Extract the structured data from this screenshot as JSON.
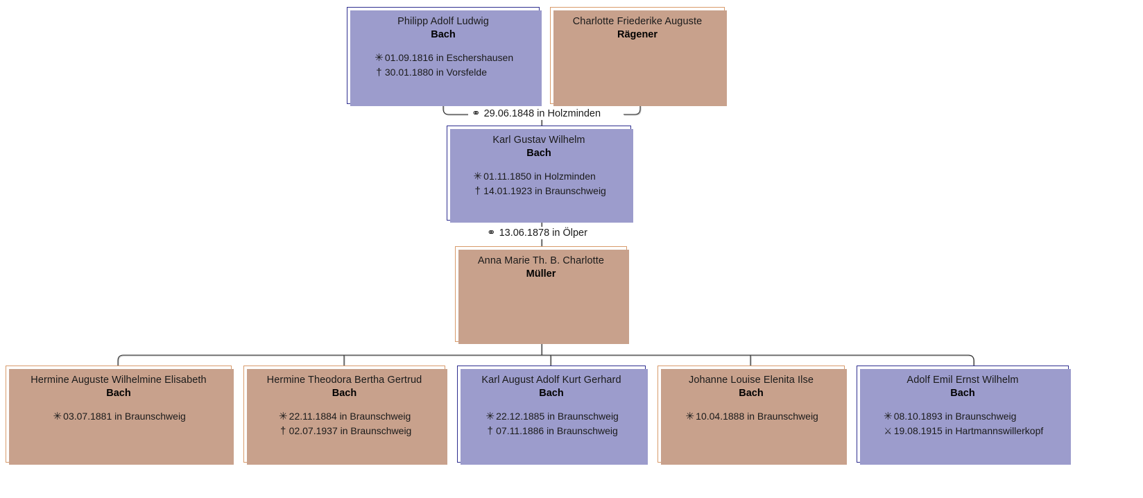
{
  "chart": {
    "type": "genealogy-tree",
    "symbols": {
      "birth": "✳",
      "death": "†",
      "marriage": "⚭",
      "fallen": "⚔"
    },
    "colors": {
      "male_border": "#2d2d8f",
      "female_border": "#d89a6a",
      "male_shadow": "#9c9ccc",
      "female_shadow": "#c8a18c",
      "text": "#1a1a1a",
      "link": "#2b2b2b"
    }
  },
  "generation1": {
    "father": {
      "given": "Philipp Adolf Ludwig",
      "surname": "Bach",
      "sex": "male",
      "events": [
        {
          "symbol": "✳",
          "kind": "birth",
          "text": "01.09.1816 in Eschershausen"
        },
        {
          "symbol": "†",
          "kind": "death",
          "text": "30.01.1880 in Vorsfelde"
        }
      ]
    },
    "mother": {
      "given": "Charlotte Friederike Auguste",
      "surname": "Rägener",
      "sex": "female",
      "events": []
    },
    "marriage": {
      "symbol": "⚭",
      "text": "29.06.1848 in Holzminden"
    }
  },
  "generation2": {
    "husband": {
      "given": "Karl Gustav Wilhelm",
      "surname": "Bach",
      "sex": "male",
      "events": [
        {
          "symbol": "✳",
          "kind": "birth",
          "text": "01.11.1850 in Holzminden"
        },
        {
          "symbol": "†",
          "kind": "death",
          "text": "14.01.1923 in Braunschweig"
        }
      ]
    },
    "wife": {
      "given": "Anna Marie Th. B. Charlotte",
      "surname": "Müller",
      "sex": "female",
      "events": []
    },
    "marriage": {
      "symbol": "⚭",
      "text": "13.06.1878 in Ölper"
    }
  },
  "children": [
    {
      "given": "Hermine Auguste Wilhelmine Elisabeth",
      "surname": "Bach",
      "sex": "female",
      "events": [
        {
          "symbol": "✳",
          "kind": "birth",
          "text": "03.07.1881 in Braunschweig"
        }
      ]
    },
    {
      "given": "Hermine Theodora Bertha Gertrud",
      "surname": "Bach",
      "sex": "female",
      "events": [
        {
          "symbol": "✳",
          "kind": "birth",
          "text": "22.11.1884 in Braunschweig"
        },
        {
          "symbol": "†",
          "kind": "death",
          "text": "02.07.1937 in Braunschweig"
        }
      ]
    },
    {
      "given": "Karl August Adolf Kurt Gerhard",
      "surname": "Bach",
      "sex": "male",
      "events": [
        {
          "symbol": "✳",
          "kind": "birth",
          "text": "22.12.1885 in Braunschweig"
        },
        {
          "symbol": "†",
          "kind": "death",
          "text": "07.11.1886 in Braunschweig"
        }
      ]
    },
    {
      "given": "Johanne Louise Elenita Ilse",
      "surname": "Bach",
      "sex": "female",
      "events": [
        {
          "symbol": "✳",
          "kind": "birth",
          "text": "10.04.1888 in Braunschweig"
        }
      ]
    },
    {
      "given": "Adolf Emil Ernst Wilhelm",
      "surname": "Bach",
      "sex": "male",
      "events": [
        {
          "symbol": "✳",
          "kind": "birth",
          "text": "08.10.1893 in Braunschweig"
        },
        {
          "symbol": "⚔",
          "kind": "fallen",
          "text": "19.08.1915 in Hartmannswillerkopf"
        }
      ]
    }
  ]
}
